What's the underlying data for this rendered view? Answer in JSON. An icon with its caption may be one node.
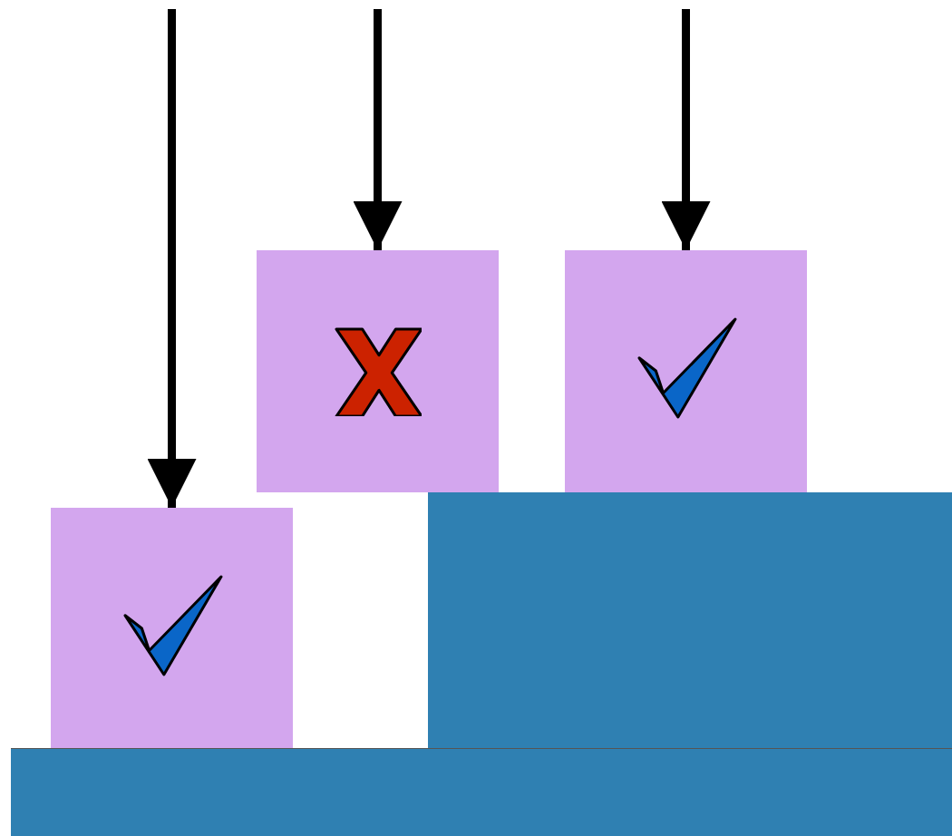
{
  "diagram": {
    "nodes": [
      {
        "text": [],
        "shape": "box"
      },
      {
        "text": [],
        "shape": "box"
      },
      {
        "text": [],
        "shape": "box"
      }
    ],
    "edges": [
      {
        "from": null,
        "to": 0,
        "arrow": "to"
      },
      {
        "from": null,
        "to": 1,
        "arrow": "to"
      },
      {
        "from": null,
        "to": 2,
        "arrow": "to"
      }
    ]
  }
}
